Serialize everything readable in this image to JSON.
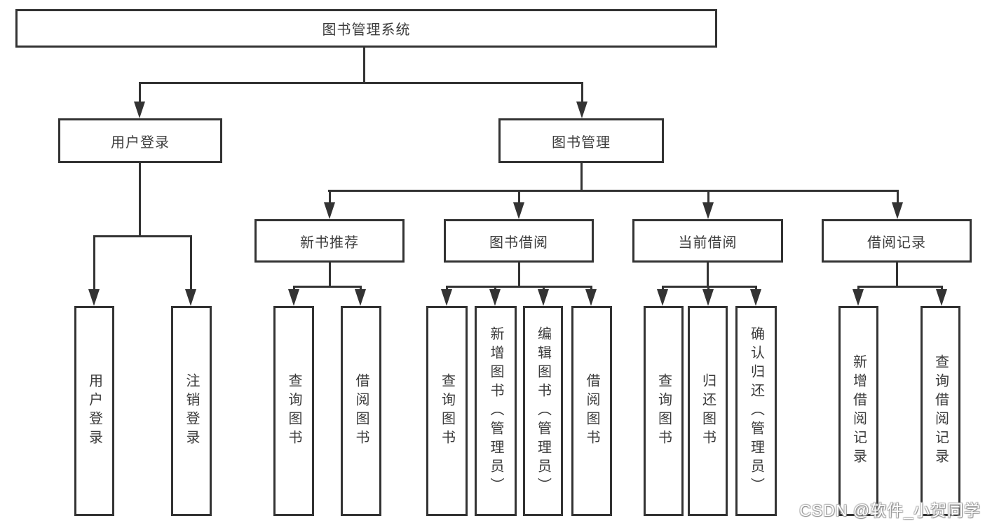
{
  "diagram_title": "图书管理系统",
  "watermark": "CSDN @软件_小贺同学",
  "colors": {
    "line": "#333333",
    "text": "#3c3c3c",
    "background": "#ffffff",
    "watermark_text": "#ffffff"
  },
  "tree": {
    "root": {
      "label": "图书管理系统"
    },
    "level2": [
      {
        "label": "用户登录",
        "parent": "图书管理系统"
      },
      {
        "label": "图书管理",
        "parent": "图书管理系统"
      }
    ],
    "level3": [
      {
        "label": "新书推荐",
        "parent": "图书管理"
      },
      {
        "label": "图书借阅",
        "parent": "图书管理"
      },
      {
        "label": "当前借阅",
        "parent": "图书管理"
      },
      {
        "label": "借阅记录",
        "parent": "图书管理"
      }
    ],
    "level4": [
      {
        "label": "用户登录",
        "parent": "用户登录"
      },
      {
        "label": "注销登录",
        "parent": "用户登录"
      },
      {
        "label": "查询图书",
        "parent": "新书推荐"
      },
      {
        "label": "借阅图书",
        "parent": "新书推荐"
      },
      {
        "label": "查询图书",
        "parent": "图书借阅"
      },
      {
        "label": "新增图书（管理员）",
        "parent": "图书借阅"
      },
      {
        "label": "编辑图书（管理员）",
        "parent": "图书借阅"
      },
      {
        "label": "借阅图书",
        "parent": "图书借阅"
      },
      {
        "label": "查询图书",
        "parent": "当前借阅"
      },
      {
        "label": "归还图书",
        "parent": "当前借阅"
      },
      {
        "label": "确认归还（管理员）",
        "parent": "当前借阅"
      },
      {
        "label": "新增借阅记录",
        "parent": "借阅记录"
      },
      {
        "label": "查询借阅记录",
        "parent": "借阅记录"
      }
    ]
  }
}
